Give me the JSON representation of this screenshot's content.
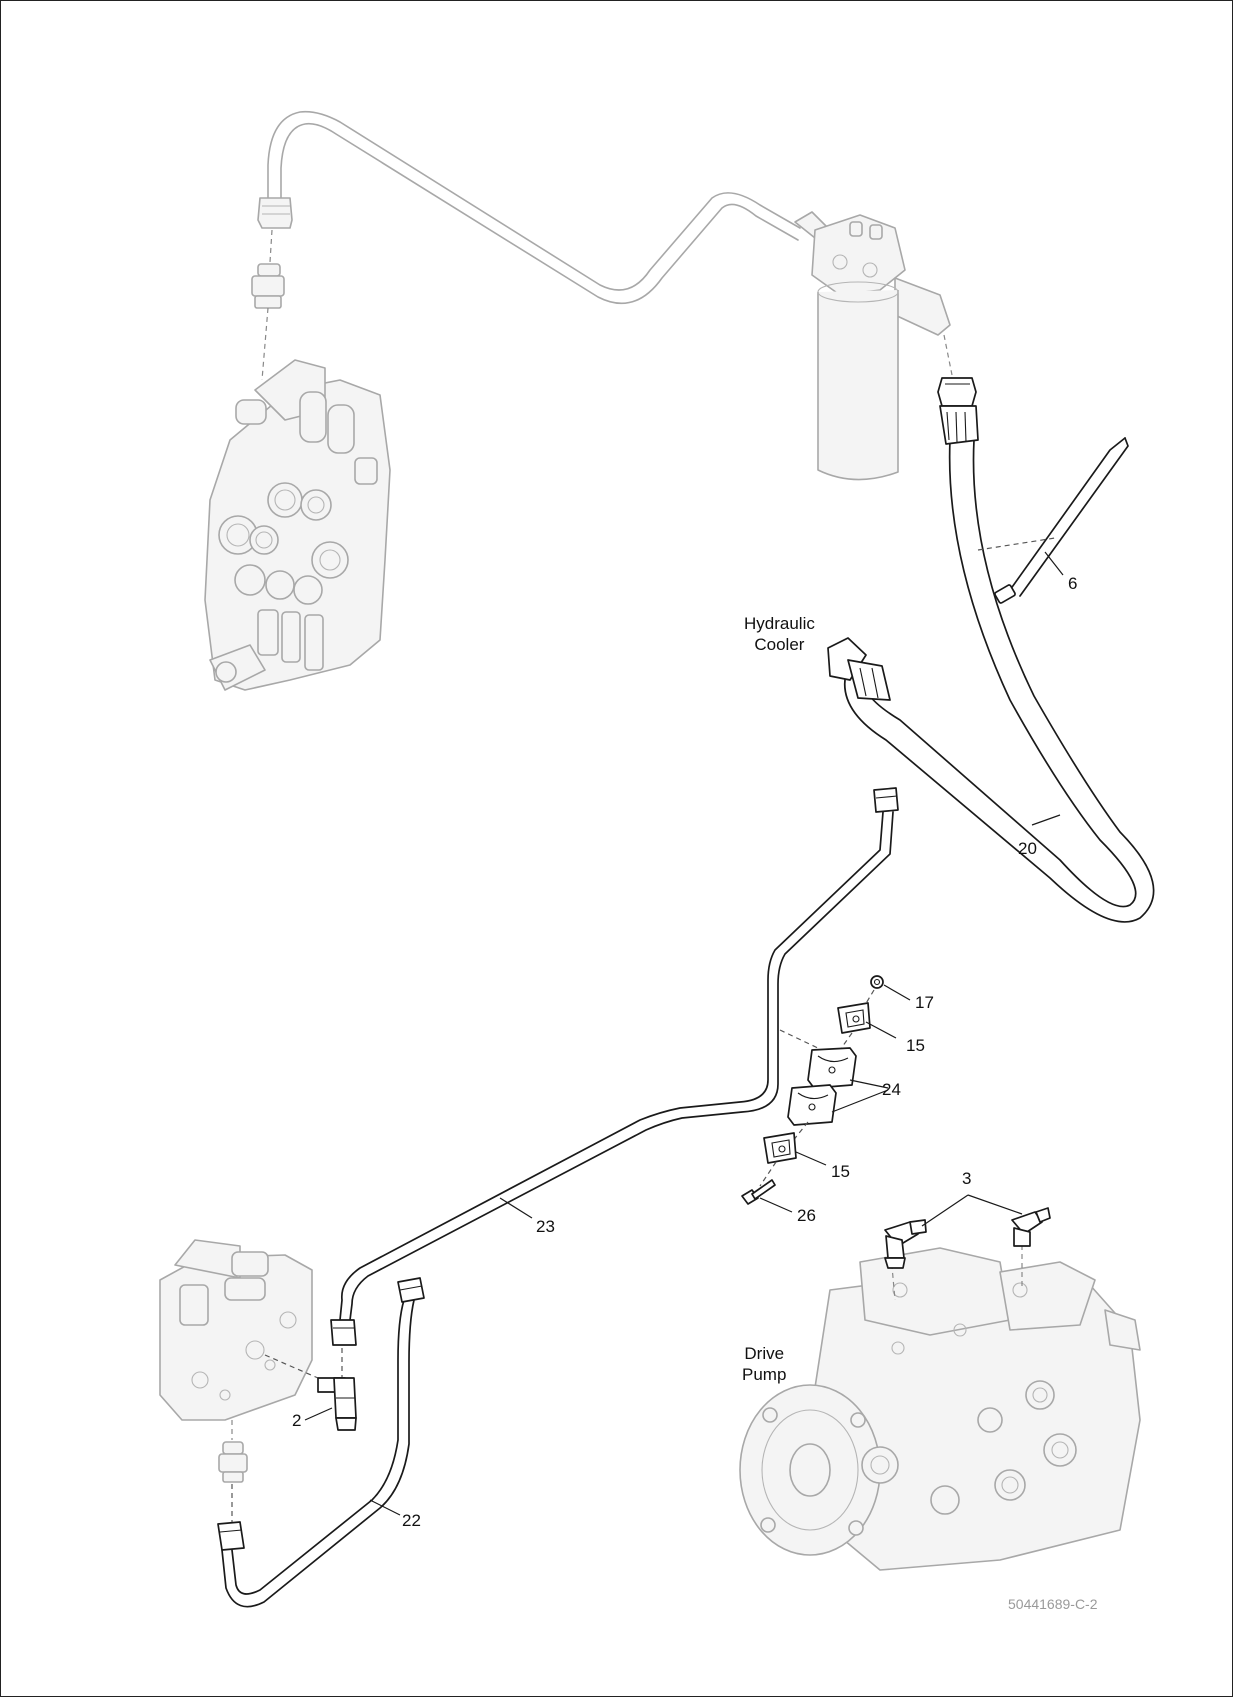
{
  "components": {
    "hydraulic_cooler": "Hydraulic\nCooler",
    "drive_pump": "Drive\nPump"
  },
  "callouts": {
    "c6": "6",
    "c20": "20",
    "c17": "17",
    "c15_top": "15",
    "c24": "24",
    "c15_bottom": "15",
    "c26": "26",
    "c3": "3",
    "c23": "23",
    "c2": "2",
    "c22": "22"
  },
  "figure_id": "50441689-C-2",
  "colors": {
    "ink": "#1a1a1a",
    "ghost": "#a8a8a8",
    "figure_id": "#9a9a9a"
  }
}
